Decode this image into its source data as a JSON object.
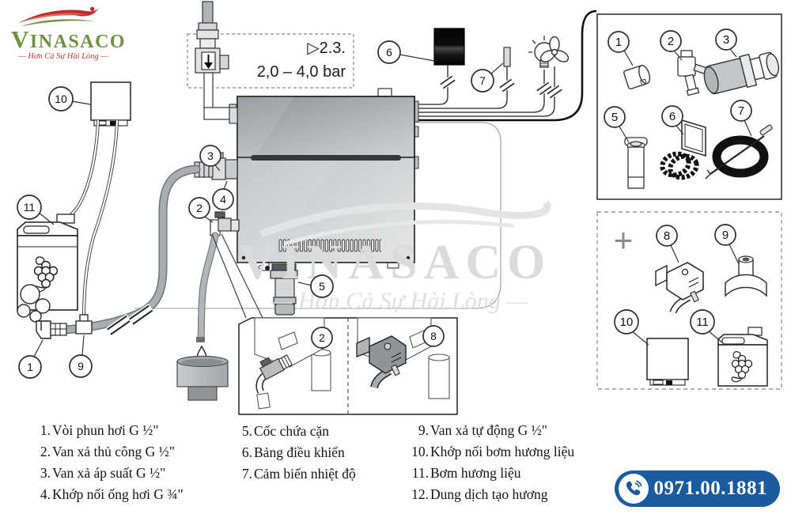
{
  "logo": {
    "brand": "VINASACO",
    "tagline": "— Hơn Cả Sự Hài Lòng —"
  },
  "watermark": {
    "brand": "VINASACO",
    "tagline": "— Hơn Cả Sự Hài Lòng —"
  },
  "pressure_note": {
    "ref": "▷2.3.",
    "range": "2,0 – 4,0 bar"
  },
  "optional_marker": "+",
  "callouts": {
    "n1": "1",
    "n2": "2",
    "n3": "3",
    "n4": "4",
    "n5": "5",
    "n6": "6",
    "n7": "7",
    "n8": "8",
    "n9": "9",
    "n10": "10",
    "n11": "11"
  },
  "legend": {
    "col1": [
      {
        "num": "1.",
        "label": "Vòi phun hơi G ½\""
      },
      {
        "num": "2.",
        "label": "Van xả thủ công G ½\""
      },
      {
        "num": "3.",
        "label": "Van xả áp suất G ½\""
      },
      {
        "num": "4.",
        "label": "Khớp nối ống hơi G ¾\""
      }
    ],
    "col2": [
      {
        "num": "5.",
        "label": "Cốc chứa cặn"
      },
      {
        "num": "6.",
        "label": "Bảng điều khiển"
      },
      {
        "num": "7.",
        "label": "Cảm biến nhiệt độ"
      }
    ],
    "col3": [
      {
        "num": "9.",
        "label": "Van xả tự động G ½\""
      },
      {
        "num": "10.",
        "label": "Khớp nối bơm hương liệu"
      },
      {
        "num": "11.",
        "label": "Bơm hương liệu"
      },
      {
        "num": "12.",
        "label": "Dung dịch tạo hương"
      }
    ]
  },
  "contact": {
    "phone": "0971.00.1881"
  },
  "colors": {
    "badge_blue": "#1a5a9e",
    "logo_green": "#6d9140",
    "logo_red": "#c4262b",
    "machine_gray": "#b9bec1"
  }
}
